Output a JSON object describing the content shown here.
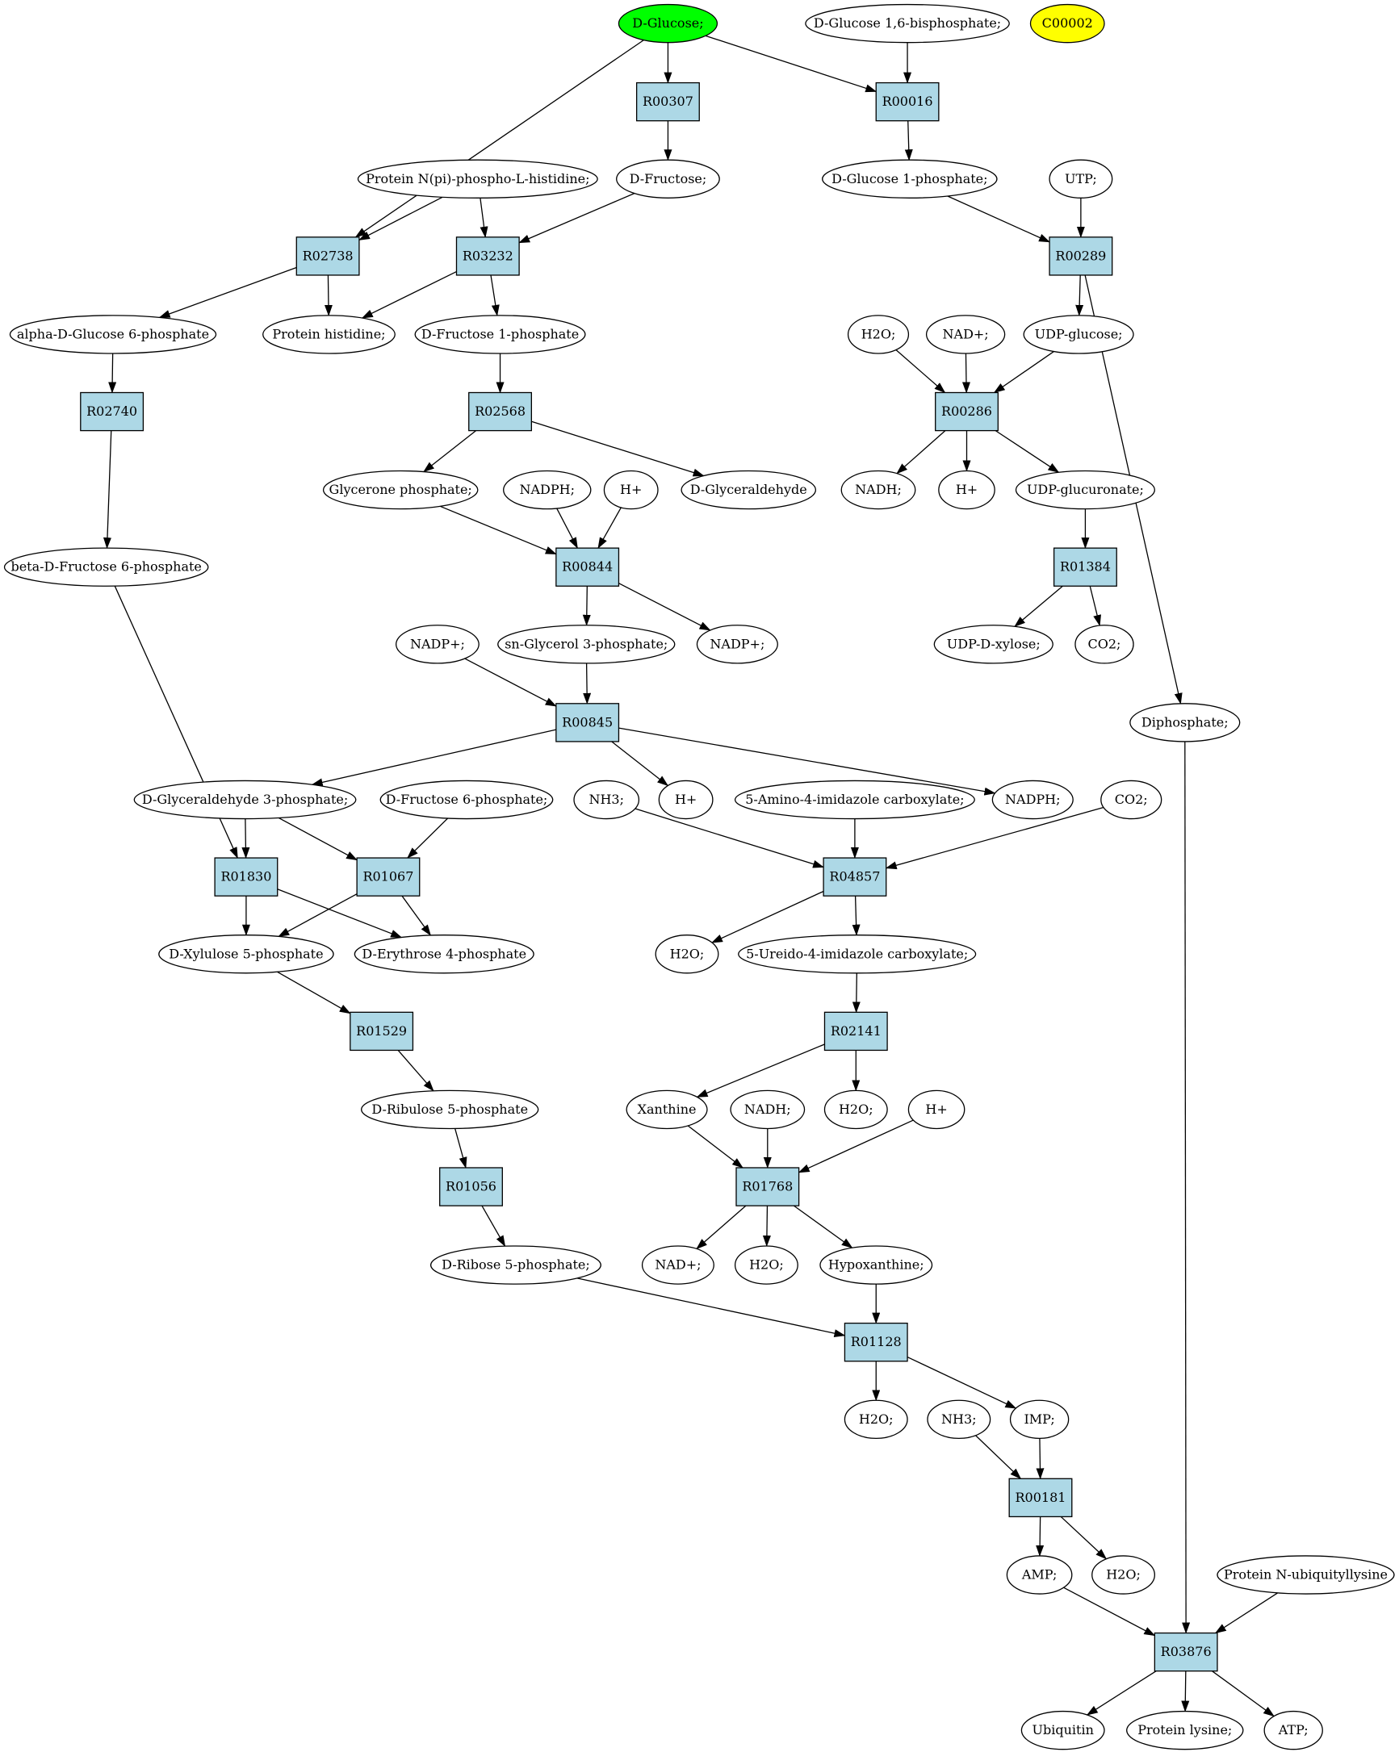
{
  "colors": {
    "start": "#00ff00",
    "highlight": "#ffff00",
    "reaction": "#add8e6",
    "compound": "#ffffff",
    "stroke": "#000000"
  },
  "compounds": [
    {
      "id": "glc",
      "label": "D-Glucose;",
      "fill": "start"
    },
    {
      "id": "g16bp",
      "label": "D-Glucose 1,6-bisphosphate;"
    },
    {
      "id": "c00002",
      "label": "C00002",
      "fill": "highlight"
    },
    {
      "id": "prot_ph",
      "label": "Protein N(pi)-phospho-L-histidine;"
    },
    {
      "id": "fru",
      "label": "D-Fructose;"
    },
    {
      "id": "g1p",
      "label": "D-Glucose 1-phosphate;"
    },
    {
      "id": "utp",
      "label": "UTP;"
    },
    {
      "id": "ag6p",
      "label": "alpha-D-Glucose 6-phosphate"
    },
    {
      "id": "prot_his",
      "label": "Protein histidine;"
    },
    {
      "id": "f1p",
      "label": "D-Fructose 1-phosphate"
    },
    {
      "id": "h2o_a",
      "label": "H2O;"
    },
    {
      "id": "nad_a",
      "label": "NAD+;"
    },
    {
      "id": "udpglc",
      "label": "UDP-glucose;"
    },
    {
      "id": "dhap",
      "label": "Glycerone phosphate;"
    },
    {
      "id": "nadph_a",
      "label": "NADPH;"
    },
    {
      "id": "h_a",
      "label": "H+"
    },
    {
      "id": "glyald",
      "label": "D-Glyceraldehyde"
    },
    {
      "id": "nadh_a",
      "label": "NADH;"
    },
    {
      "id": "h_b",
      "label": "H+"
    },
    {
      "id": "udpglcua",
      "label": "UDP-glucuronate;"
    },
    {
      "id": "bf6p",
      "label": "beta-D-Fructose 6-phosphate"
    },
    {
      "id": "nadp_a",
      "label": "NADP+;"
    },
    {
      "id": "g3p",
      "label": "sn-Glycerol 3-phosphate;"
    },
    {
      "id": "nadp_b",
      "label": "NADP+;"
    },
    {
      "id": "udpxyl",
      "label": "UDP-D-xylose;"
    },
    {
      "id": "co2_a",
      "label": "CO2;"
    },
    {
      "id": "ppi",
      "label": "Diphosphate;"
    },
    {
      "id": "ga3p",
      "label": "D-Glyceraldehyde 3-phosphate;"
    },
    {
      "id": "f6p",
      "label": "D-Fructose 6-phosphate;"
    },
    {
      "id": "nh3_a",
      "label": "NH3;"
    },
    {
      "id": "h_c",
      "label": "H+"
    },
    {
      "id": "aica",
      "label": "5-Amino-4-imidazole carboxylate;"
    },
    {
      "id": "nadph_b",
      "label": "NADPH;"
    },
    {
      "id": "co2_b",
      "label": "CO2;"
    },
    {
      "id": "xu5p",
      "label": "D-Xylulose 5-phosphate"
    },
    {
      "id": "e4p",
      "label": "D-Erythrose 4-phosphate"
    },
    {
      "id": "h2o_b",
      "label": "H2O;"
    },
    {
      "id": "uica",
      "label": "5-Ureido-4-imidazole carboxylate;"
    },
    {
      "id": "ru5p",
      "label": "D-Ribulose 5-phosphate"
    },
    {
      "id": "xan",
      "label": "Xanthine"
    },
    {
      "id": "nadh_b",
      "label": "NADH;"
    },
    {
      "id": "h2o_c",
      "label": "H2O;"
    },
    {
      "id": "h_d",
      "label": "H+"
    },
    {
      "id": "r5p",
      "label": "D-Ribose 5-phosphate;"
    },
    {
      "id": "nad_b",
      "label": "NAD+;"
    },
    {
      "id": "h2o_d",
      "label": "H2O;"
    },
    {
      "id": "hxan",
      "label": "Hypoxanthine;"
    },
    {
      "id": "h2o_e",
      "label": "H2O;"
    },
    {
      "id": "nh3_b",
      "label": "NH3;"
    },
    {
      "id": "imp",
      "label": "IMP;"
    },
    {
      "id": "amp",
      "label": "AMP;"
    },
    {
      "id": "h2o_f",
      "label": "H2O;"
    },
    {
      "id": "prot_ub",
      "label": "Protein N-ubiquityllysine"
    },
    {
      "id": "ubq",
      "label": "Ubiquitin"
    },
    {
      "id": "prot_lys",
      "label": "Protein lysine;"
    },
    {
      "id": "atp",
      "label": "ATP;"
    }
  ],
  "reactions": [
    {
      "id": "R00307",
      "label": "R00307"
    },
    {
      "id": "R00016",
      "label": "R00016"
    },
    {
      "id": "R02738",
      "label": "R02738"
    },
    {
      "id": "R03232",
      "label": "R03232"
    },
    {
      "id": "R00289",
      "label": "R00289"
    },
    {
      "id": "R02740",
      "label": "R02740"
    },
    {
      "id": "R02568",
      "label": "R02568"
    },
    {
      "id": "R00286",
      "label": "R00286"
    },
    {
      "id": "R00844",
      "label": "R00844"
    },
    {
      "id": "R01384",
      "label": "R01384"
    },
    {
      "id": "R00845",
      "label": "R00845"
    },
    {
      "id": "R01830",
      "label": "R01830"
    },
    {
      "id": "R01067",
      "label": "R01067"
    },
    {
      "id": "R04857",
      "label": "R04857"
    },
    {
      "id": "R01529",
      "label": "R01529"
    },
    {
      "id": "R02141",
      "label": "R02141"
    },
    {
      "id": "R01056",
      "label": "R01056"
    },
    {
      "id": "R01768",
      "label": "R01768"
    },
    {
      "id": "R01128",
      "label": "R01128"
    },
    {
      "id": "R00181",
      "label": "R00181"
    },
    {
      "id": "R03876",
      "label": "R03876"
    }
  ],
  "edges": [
    [
      "glc",
      "R00307"
    ],
    [
      "glc",
      "R00016"
    ],
    [
      "glc",
      "R02738"
    ],
    [
      "g16bp",
      "R00016"
    ],
    [
      "R00307",
      "fru"
    ],
    [
      "R00016",
      "g1p"
    ],
    [
      "prot_ph",
      "R02738"
    ],
    [
      "prot_ph",
      "R03232"
    ],
    [
      "fru",
      "R03232"
    ],
    [
      "g1p",
      "R00289"
    ],
    [
      "utp",
      "R00289"
    ],
    [
      "R02738",
      "ag6p"
    ],
    [
      "R02738",
      "prot_his"
    ],
    [
      "R03232",
      "prot_his"
    ],
    [
      "R03232",
      "f1p"
    ],
    [
      "R00289",
      "udpglc"
    ],
    [
      "R00289",
      "ppi"
    ],
    [
      "ag6p",
      "R02740"
    ],
    [
      "f1p",
      "R02568"
    ],
    [
      "h2o_a",
      "R00286"
    ],
    [
      "nad_a",
      "R00286"
    ],
    [
      "udpglc",
      "R00286"
    ],
    [
      "R02568",
      "dhap"
    ],
    [
      "R02568",
      "glyald"
    ],
    [
      "R00286",
      "nadh_a"
    ],
    [
      "R00286",
      "h_b"
    ],
    [
      "R00286",
      "udpglcua"
    ],
    [
      "dhap",
      "R00844"
    ],
    [
      "nadph_a",
      "R00844"
    ],
    [
      "h_a",
      "R00844"
    ],
    [
      "udpglcua",
      "R01384"
    ],
    [
      "R02740",
      "bf6p"
    ],
    [
      "R00844",
      "g3p"
    ],
    [
      "R00844",
      "nadp_b"
    ],
    [
      "R01384",
      "udpxyl"
    ],
    [
      "R01384",
      "co2_a"
    ],
    [
      "nadp_a",
      "R00845"
    ],
    [
      "g3p",
      "R00845"
    ],
    [
      "R00845",
      "ga3p"
    ],
    [
      "R00845",
      "h_c"
    ],
    [
      "R00845",
      "nadph_b"
    ],
    [
      "bf6p",
      "R01830"
    ],
    [
      "ga3p",
      "R01830"
    ],
    [
      "ga3p",
      "R01067"
    ],
    [
      "f6p",
      "R01067"
    ],
    [
      "nh3_a",
      "R04857"
    ],
    [
      "aica",
      "R04857"
    ],
    [
      "co2_b",
      "R04857"
    ],
    [
      "R01830",
      "xu5p"
    ],
    [
      "R01830",
      "e4p"
    ],
    [
      "R01067",
      "xu5p"
    ],
    [
      "R01067",
      "e4p"
    ],
    [
      "R04857",
      "h2o_b"
    ],
    [
      "R04857",
      "uica"
    ],
    [
      "xu5p",
      "R01529"
    ],
    [
      "uica",
      "R02141"
    ],
    [
      "R01529",
      "ru5p"
    ],
    [
      "R02141",
      "xan"
    ],
    [
      "R02141",
      "h2o_c"
    ],
    [
      "ru5p",
      "R01056"
    ],
    [
      "xan",
      "R01768"
    ],
    [
      "nadh_b",
      "R01768"
    ],
    [
      "h_d",
      "R01768"
    ],
    [
      "R01056",
      "r5p"
    ],
    [
      "R01768",
      "nad_b"
    ],
    [
      "R01768",
      "h2o_d"
    ],
    [
      "R01768",
      "hxan"
    ],
    [
      "r5p",
      "R01128"
    ],
    [
      "hxan",
      "R01128"
    ],
    [
      "R01128",
      "h2o_e"
    ],
    [
      "R01128",
      "imp"
    ],
    [
      "nh3_b",
      "R00181"
    ],
    [
      "imp",
      "R00181"
    ],
    [
      "R00181",
      "amp"
    ],
    [
      "R00181",
      "h2o_f"
    ],
    [
      "amp",
      "R03876"
    ],
    [
      "ppi",
      "R03876"
    ],
    [
      "prot_ub",
      "R03876"
    ],
    [
      "R03876",
      "ubq"
    ],
    [
      "R03876",
      "prot_lys"
    ],
    [
      "R03876",
      "atp"
    ]
  ]
}
